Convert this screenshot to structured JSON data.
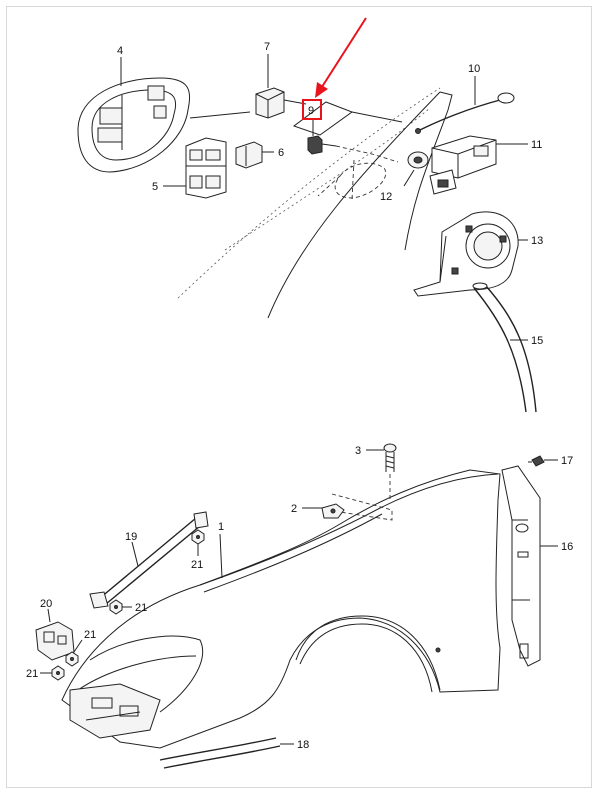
{
  "callouts": [
    {
      "id": "1",
      "text": "1"
    },
    {
      "id": "2",
      "text": "2"
    },
    {
      "id": "3",
      "text": "3"
    },
    {
      "id": "4",
      "text": "4"
    },
    {
      "id": "5",
      "text": "5"
    },
    {
      "id": "6",
      "text": "6"
    },
    {
      "id": "7",
      "text": "7"
    },
    {
      "id": "9",
      "text": "9"
    },
    {
      "id": "10",
      "text": "10"
    },
    {
      "id": "11",
      "text": "11"
    },
    {
      "id": "12",
      "text": "12"
    },
    {
      "id": "13",
      "text": "13"
    },
    {
      "id": "15",
      "text": "15"
    },
    {
      "id": "16",
      "text": "16"
    },
    {
      "id": "17",
      "text": "17"
    },
    {
      "id": "18",
      "text": "18"
    },
    {
      "id": "19",
      "text": "19"
    },
    {
      "id": "20",
      "text": "20"
    },
    {
      "id": "21",
      "text": "21"
    }
  ],
  "highlight": {
    "callout": "9",
    "color": "#e8141c"
  },
  "colors": {
    "ink": "#222222",
    "highlight": "#e8141c",
    "frame": "#d8d8d8"
  }
}
